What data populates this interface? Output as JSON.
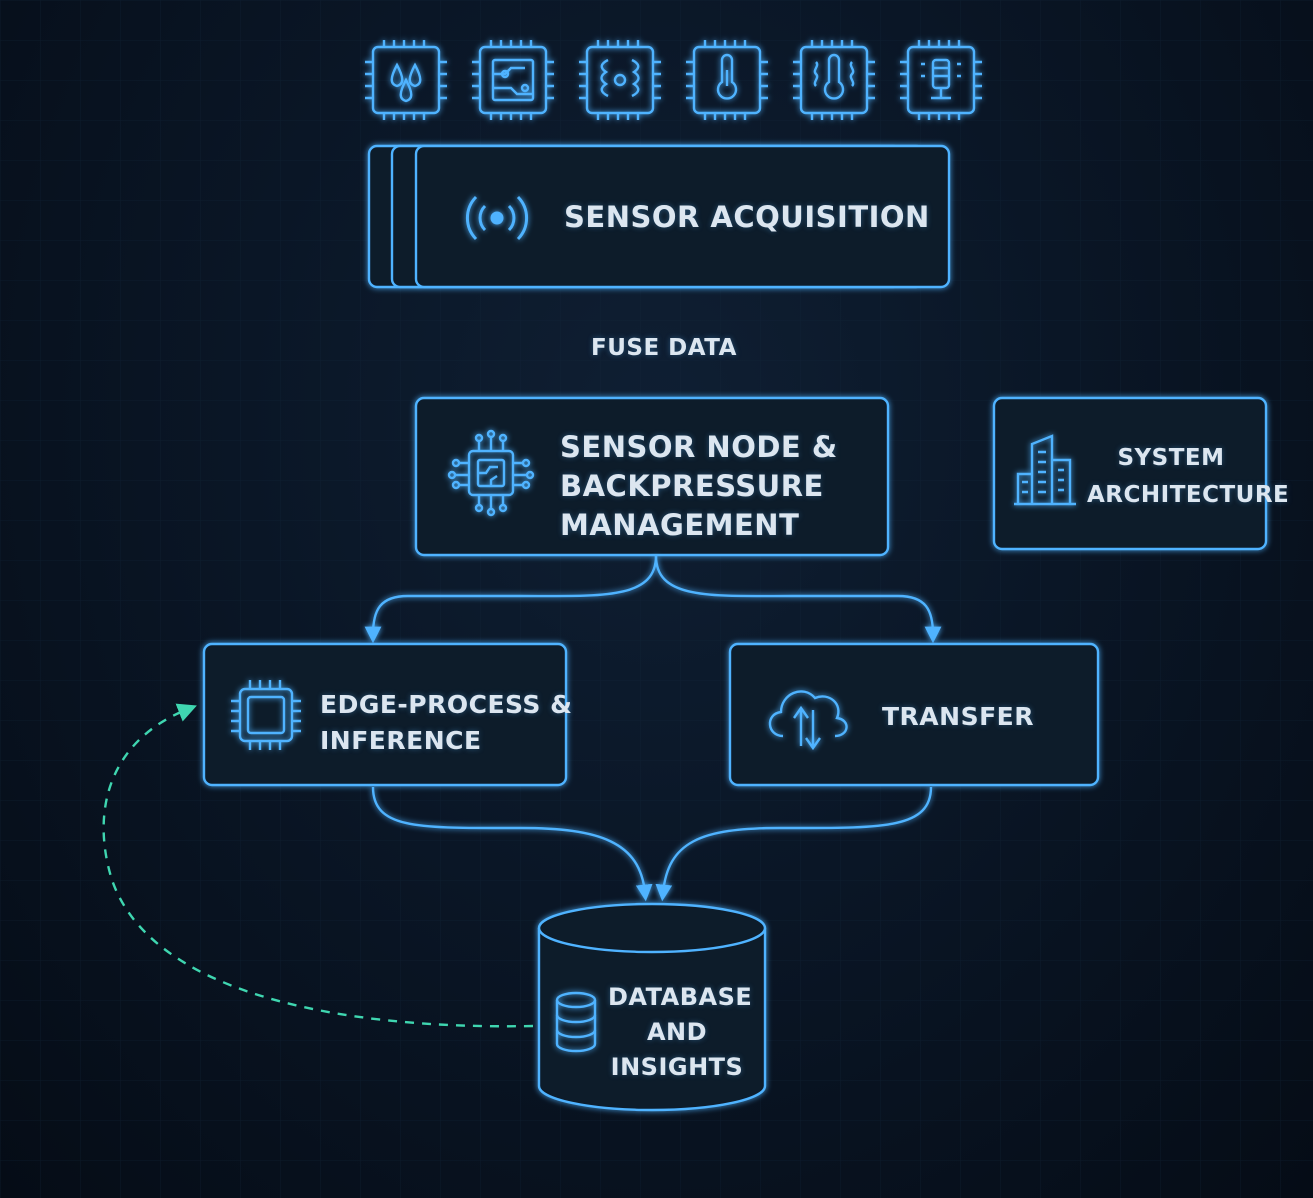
{
  "diagram": {
    "sensor_acquisition": "SENSOR ACQUISITION",
    "fuse_data": "FUSE DATA",
    "sensor_node": [
      "SENSOR NODE &",
      "BACKPRESSURE",
      "MANAGEMENT"
    ],
    "system_architecture": [
      "SYSTEM",
      "ARCHITECTURE"
    ],
    "edge_process": [
      "EDGE-PROCESS &",
      "INFERENCE"
    ],
    "transfer": "TRANSFER",
    "database": [
      "DATABASE",
      "AND",
      "INSIGHTS"
    ]
  },
  "colors": {
    "stroke": "#4fb3ff",
    "glow": "#2a8fe8",
    "feedback": "#3fd6b0",
    "text": "#dce6f0",
    "box_fill": "#0b1a2c"
  },
  "icons": [
    "water-drop-icon",
    "circuit-icon",
    "vibration-icon",
    "thermometer-icon",
    "temperature-wave-icon",
    "gas-sensor-icon",
    "wireless-signal-icon",
    "processor-icon",
    "building-icon",
    "chip-icon",
    "cloud-transfer-icon",
    "database-icon"
  ]
}
